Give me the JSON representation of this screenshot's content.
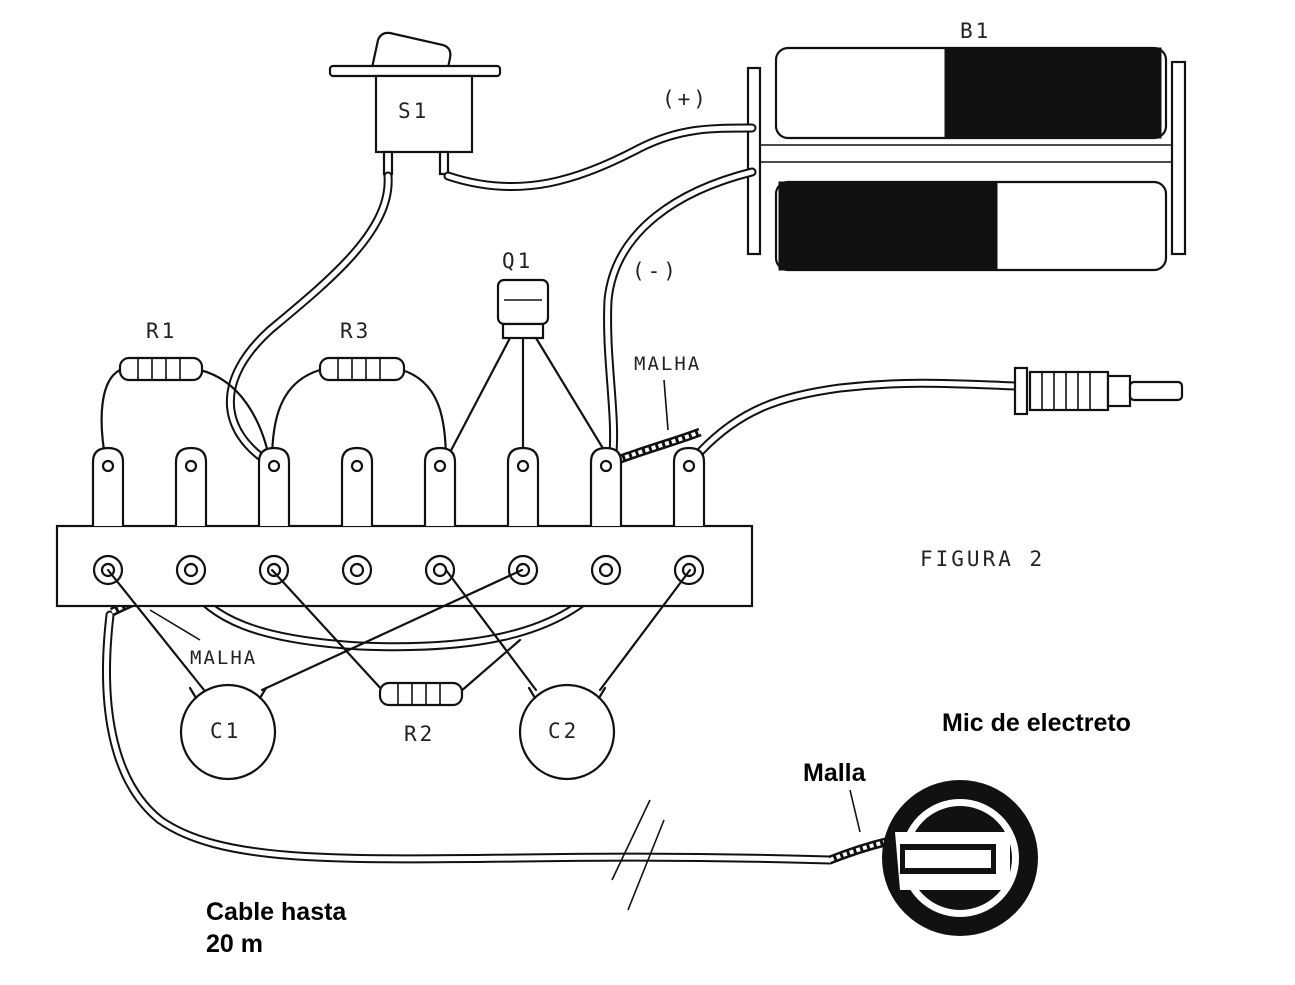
{
  "figure": {
    "title": "FIGURA 2"
  },
  "components": {
    "battery": "B1",
    "switch": "S1",
    "transistor": "Q1",
    "resistor_1": "R1",
    "resistor_2": "R2",
    "resistor_3": "R3",
    "capacitor_1": "C1",
    "capacitor_2": "C2"
  },
  "wire_labels": {
    "positive": "(+)",
    "negative": "(-)",
    "shield_top": "MALHA",
    "shield_bottom": "MALHA"
  },
  "annotations": {
    "mic": "Mic de electreto",
    "mesh": "Malla",
    "cable_line1": "Cable hasta",
    "cable_line2": "20 m"
  },
  "terminal_strip": {
    "lug_count": 8
  }
}
